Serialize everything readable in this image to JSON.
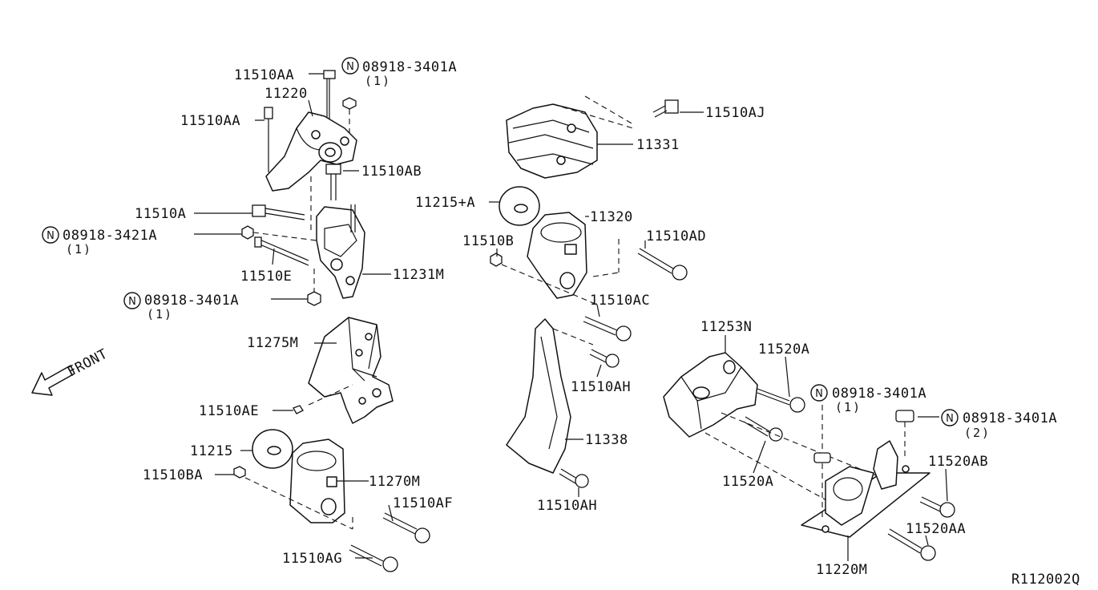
{
  "diagram": {
    "ref_code": "R112002Q",
    "front_label": "FRONT",
    "n_symbol": "N",
    "parts": {
      "p11510AA_top": "11510AA",
      "p08918_3401A_top": "08918-3401A",
      "p08918_3401A_top_qty": "(1)",
      "p11220": "11220",
      "p11510AA_left": "11510AA",
      "p11510AB": "11510AB",
      "p11510A": "11510A",
      "p08918_3421A": "08918-3421A",
      "p08918_3421A_qty": "(1)",
      "p11510E": "11510E",
      "p11231M": "11231M",
      "p08918_3401A_mid": "08918-3401A",
      "p08918_3401A_mid_qty": "(1)",
      "p11275M": "11275M",
      "p11510AE": "11510AE",
      "p11215": "11215",
      "p11510BA": "11510BA",
      "p11270M": "11270M",
      "p11510AF": "11510AF",
      "p11510AG": "11510AG",
      "p11510AJ": "11510AJ",
      "p11331": "11331",
      "p11215A": "11215+A",
      "p11320": "11320",
      "p11510B": "11510B",
      "p11510AD": "11510AD",
      "p11510AC": "11510AC",
      "p11510AH_upper": "11510AH",
      "p11338": "11338",
      "p11510AH_lower": "11510AH",
      "p11253N": "11253N",
      "p11520A_upper": "11520A",
      "p08918_3401A_right1": "08918-3401A",
      "p08918_3401A_right1_qty": "(1)",
      "p08918_3401A_right2": "08918-3401A",
      "p08918_3401A_right2_qty": "(2)",
      "p11520A_lower": "11520A",
      "p11520AB": "11520AB",
      "p11520AA": "11520AA",
      "p11220M": "11220M"
    }
  }
}
